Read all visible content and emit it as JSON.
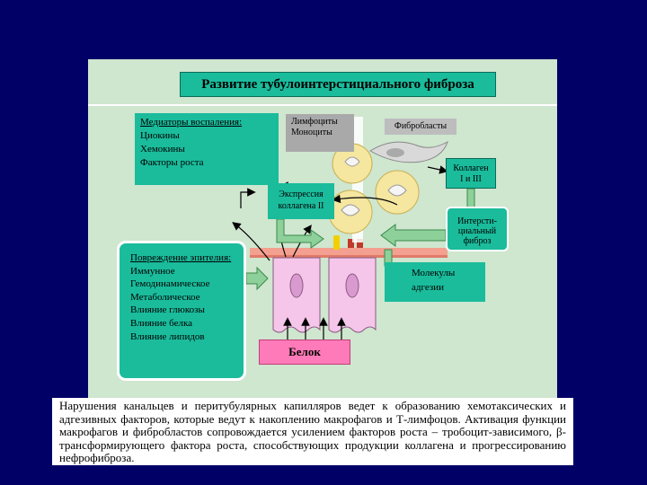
{
  "title": "Развитие тубулоинтерстициального фиброза",
  "mediators": {
    "header": "Медиаторы воспаления:",
    "items": [
      "Циокины",
      "Хемокины",
      "Факторы роста"
    ]
  },
  "lymphocytes": {
    "line1": "Лимфоциты",
    "line2": "Моноциты"
  },
  "fibroblasts": "Фибробласты",
  "collagen": {
    "line1": "Коллаген",
    "line2": "I и III"
  },
  "expression": {
    "line1": "Экспрессия",
    "line2": "коллагена II"
  },
  "interstitial": {
    "line1": "Интерсти-",
    "line2": "циальный",
    "line3": "фиброз"
  },
  "damage": {
    "header": "Повреждение эпителия:",
    "items": [
      "Иммунное",
      "Гемодинамическое",
      "Метаболическое",
      "Влияние глюкозы",
      "Влияние белка",
      "Влияние липидов"
    ]
  },
  "adhesion": {
    "line1": "Молекулы",
    "line2": "адгезии"
  },
  "protein": "Белок",
  "caption": "Нарушения канальцев и перитубулярных капилляров ведет к образованию хемотаксических и адгезивных факторов, которые ведут к накоплению макрофагов и Т-лимфоцов. Активация функции макрофагов и фибробластов сопровождается усилением факторов роста – тробоцит-зависимого, β-трансформирующего фактора роста, способствующих продукции коллагена и прогрессированию нефрофиброза.",
  "colors": {
    "background": "#000066",
    "panel": "#cfe6cf",
    "teal": "#1abc9c",
    "membrane": "#f4a090",
    "cell": "#f5c6ea",
    "macrophage": "#f5e6a0",
    "protein": "#ff7ab8"
  }
}
